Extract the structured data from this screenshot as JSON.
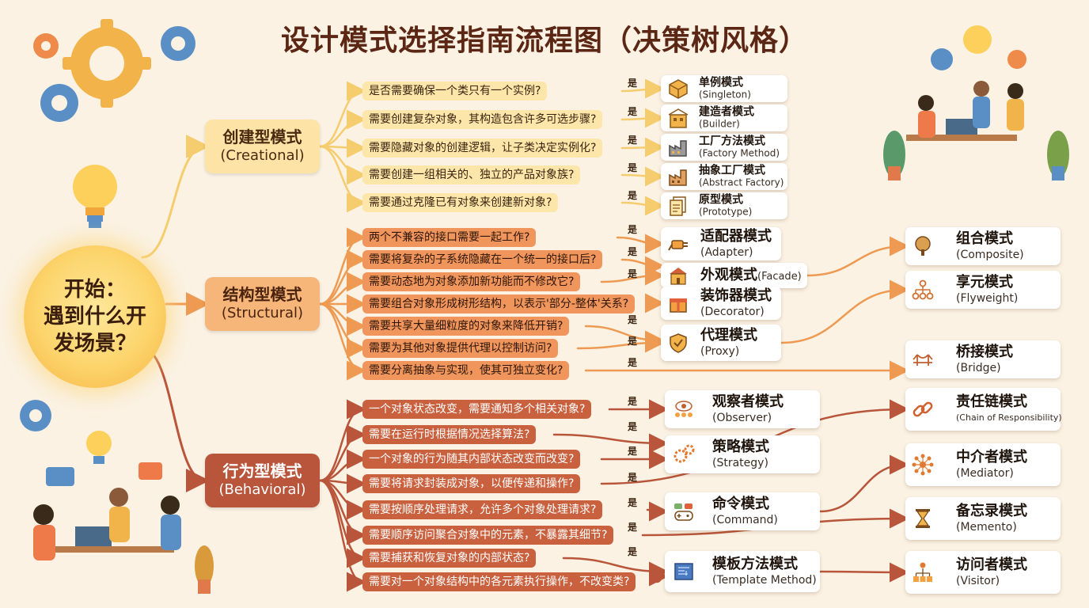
{
  "title": "设计模式选择指南流程图（决策树风格）",
  "start": "开始：\n遇到什么开\n发场景？",
  "yes_label": "是",
  "categories": {
    "creational": {
      "cn": "创建型模式",
      "en": "(Creational)"
    },
    "structural": {
      "cn": "结构型模式",
      "en": "(Structural)"
    },
    "behavioral": {
      "cn": "行为型模式",
      "en": "(Behavioral)"
    }
  },
  "questions": {
    "creational": [
      "是否需要确保一个类只有一个实例?",
      "需要创建复杂对象，其构造包含许多可选步骤?",
      "需要隐藏对象的创建逻辑，让子类决定实例化?",
      "需要创建一组相关的、独立的产品对象族?",
      "需要通过克隆已有对象来创建新对象?"
    ],
    "structural": [
      "两个不兼容的接口需要一起工作?",
      "需要将复杂的子系统隐藏在一个统一的接口后?",
      "需要动态地为对象添加新功能而不修改它?",
      "需要组合对象形成树形结构，以表示'部分-整体'关系?",
      "需要共享大量细粒度的对象来降低开销?",
      "需要为其他对象提供代理以控制访问?",
      "需要分离抽象与实现，使其可独立变化?"
    ],
    "behavioral": [
      "一个对象状态改变，需要通知多个相关对象?",
      "需要在运行时根据情况选择算法?",
      "一个对象的行为随其内部状态改变而改变?",
      "需要将请求封装成对象，以便传递和操作?",
      "需要按顺序处理请求，允许多个对象处理请求?",
      "需要顺序访问聚合对象中的元素，不暴露其细节?",
      "需要捕获和恢复对象的内部状态?",
      "需要对一个对象结构中的各元素执行操作，不改变类?"
    ]
  },
  "patterns": {
    "singleton": {
      "cn": "单例模式",
      "en": "(Singleton)",
      "icon": "cube-icon"
    },
    "builder": {
      "cn": "建造者模式",
      "en": "(Builder)",
      "icon": "building-icon"
    },
    "factory_method": {
      "cn": "工厂方法模式",
      "en": "(Factory Method)",
      "icon": "factory-icon"
    },
    "abstract_factory": {
      "cn": "抽象工厂模式",
      "en": "(Abstract Factory)",
      "icon": "factory-icon"
    },
    "prototype": {
      "cn": "原型模式",
      "en": "(Prototype)",
      "icon": "document-icon"
    },
    "adapter": {
      "cn": "适配器模式",
      "en": "(Adapter)",
      "icon": "plug-icon"
    },
    "facade": {
      "cn": "外观模式",
      "en": "(Facade)",
      "icon": "house-icon"
    },
    "decorator": {
      "cn": "装饰器模式",
      "en": "(Decorator)",
      "icon": "gift-icon"
    },
    "proxy": {
      "cn": "代理模式",
      "en": "(Proxy)",
      "icon": "shield-icon"
    },
    "composite": {
      "cn": "组合模式",
      "en": "(Composite)",
      "icon": "tree-icon"
    },
    "flyweight": {
      "cn": "享元模式",
      "en": "(Flyweight)",
      "icon": "hierarchy-icon"
    },
    "bridge": {
      "cn": "桥接模式",
      "en": "(Bridge)",
      "icon": "bridge-icon"
    },
    "observer": {
      "cn": "观察者模式",
      "en": "(Observer)",
      "icon": "eye-icon"
    },
    "strategy": {
      "cn": "策略模式",
      "en": "(Strategy)",
      "icon": "gears-icon"
    },
    "command": {
      "cn": "命令模式",
      "en": "(Command)",
      "icon": "gamepad-icon"
    },
    "template_method": {
      "cn": "模板方法模式",
      "en": "(Template Method)",
      "icon": "blueprint-icon"
    },
    "chain": {
      "cn": "责任链模式",
      "en": "(Chain of Responsibility)",
      "icon": "chain-icon"
    },
    "mediator": {
      "cn": "中介者模式",
      "en": "(Mediator)",
      "icon": "hub-icon"
    },
    "memento": {
      "cn": "备忘录模式",
      "en": "(Memento)",
      "icon": "hourglass-icon"
    },
    "visitor": {
      "cn": "访问者模式",
      "en": "(Visitor)",
      "icon": "org-chart-icon"
    }
  },
  "colors": {
    "creational": "#fde6a9",
    "structural": "#f0955c",
    "behavioral": "#c9613e",
    "creational_line": "#f6cd6e",
    "structural_line": "#ee9a52",
    "behavioral_line": "#b9553a",
    "title": "#5b2714"
  }
}
